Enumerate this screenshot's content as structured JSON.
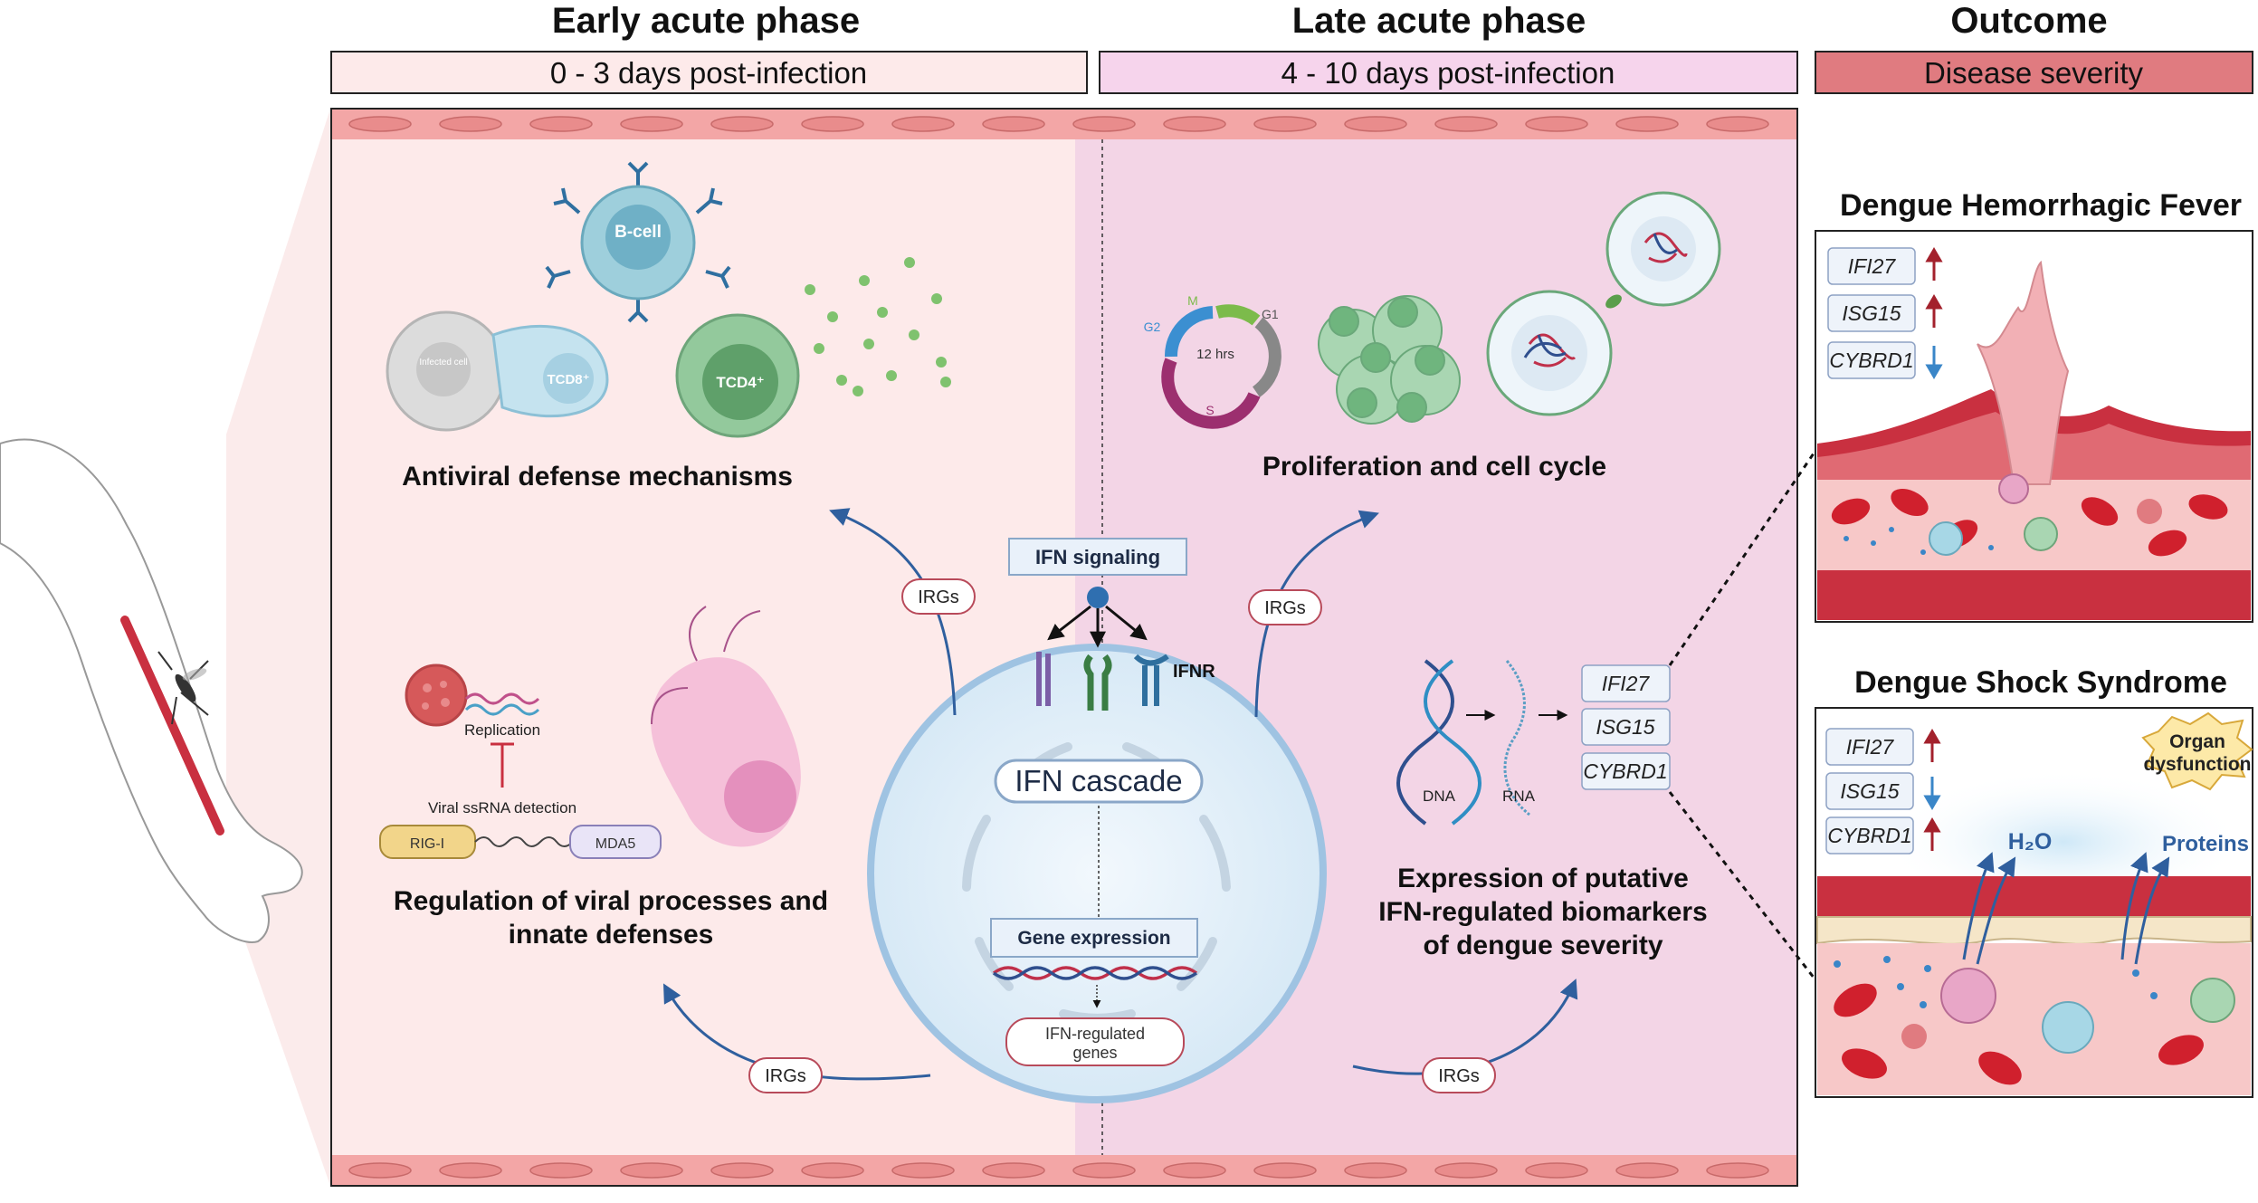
{
  "header": {
    "early": {
      "title": "Early acute phase",
      "subtitle": "0 - 3 days post-infection"
    },
    "late": {
      "title": "Late acute phase",
      "subtitle": "4 - 10 days post-infection"
    },
    "outcome": {
      "title": "Outcome",
      "subtitle": "Disease severity"
    }
  },
  "early_phase": {
    "antiviral_title": "Antiviral defense mechanisms",
    "bcell_label": "B-cell",
    "infected_cell_label": "Infected cell",
    "tcd8_label": "TCD8⁺",
    "tcd4_label": "TCD4⁺",
    "regulation_title_line1": "Regulation of viral processes and",
    "regulation_title_line2": "innate defenses",
    "replication_label": "Replication",
    "ssrna_label": "Viral ssRNA detection",
    "rigi_label": "RIG-I",
    "mda5_label": "MDA5"
  },
  "late_phase": {
    "proliferation_title": "Proliferation and cell cycle",
    "cycle_center": "12 hrs",
    "cycle_m": "M",
    "cycle_g1": "G1",
    "cycle_g2": "G2",
    "cycle_s": "S",
    "expression_title_line1": "Expression of putative",
    "expression_title_line2": "IFN-regulated biomarkers",
    "expression_title_line3": "of dengue severity",
    "dna_label": "DNA",
    "rna_label": "RNA",
    "genes": [
      "IFI27",
      "ISG15",
      "CYBRD1"
    ]
  },
  "center": {
    "ifn_signaling": "IFN signaling",
    "ifnr_label": "IFNR",
    "ifn_cascade": "IFN cascade",
    "gene_expression": "Gene expression",
    "ifn_regulated_line1": "IFN-regulated",
    "ifn_regulated_line2": "genes",
    "irgs": "IRGs"
  },
  "outcome": {
    "dhf": {
      "title": "Dengue Hemorrhagic Fever",
      "markers": [
        {
          "gene": "IFI27",
          "direction": "up"
        },
        {
          "gene": "ISG15",
          "direction": "up"
        },
        {
          "gene": "CYBRD1",
          "direction": "down"
        }
      ]
    },
    "dss": {
      "title": "Dengue Shock Syndrome",
      "markers": [
        {
          "gene": "IFI27",
          "direction": "up"
        },
        {
          "gene": "ISG15",
          "direction": "down"
        },
        {
          "gene": "CYBRD1",
          "direction": "up"
        }
      ],
      "organ_line1": "Organ",
      "organ_line2": "dysfunction",
      "h2o": "H₂O",
      "proteins": "Proteins"
    }
  },
  "colors": {
    "early_bg": "#fdeaea",
    "late_bg": "#f3d5e6",
    "outcome_bar": "#e07b80",
    "arrow_blue": "#2f5f9e",
    "up_arrow": "#a3212c",
    "down_arrow": "#3a86c8",
    "vessel_red": "#c93040"
  }
}
